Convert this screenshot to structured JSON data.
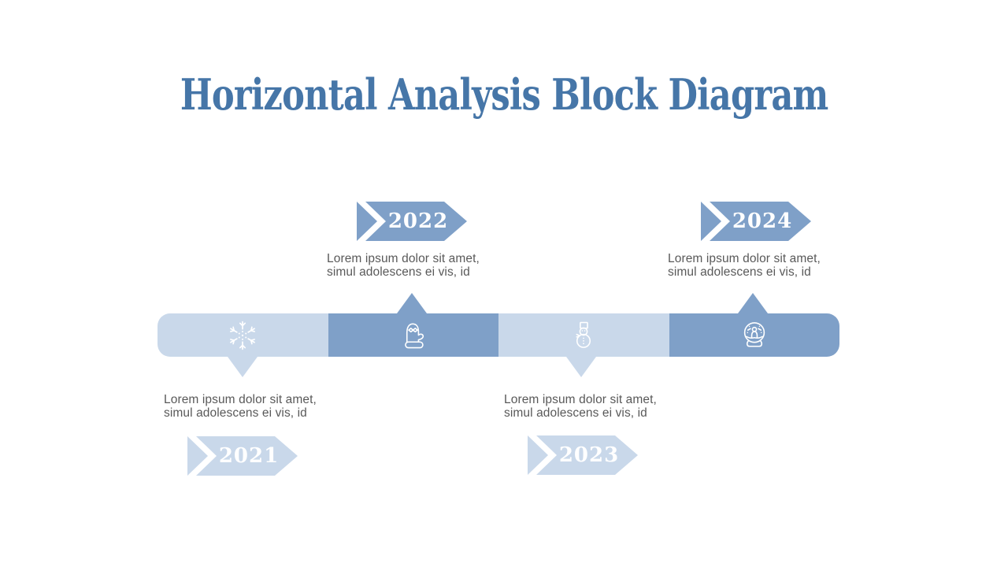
{
  "title": "Horizontal Analysis Block Diagram",
  "palette": {
    "title_blue": "#4676A8",
    "dark_blue": "#7FA0C8",
    "light_blue": "#C9D8EA",
    "text_gray": "#595959",
    "icon_white": "#FFFFFF",
    "background": "#FFFFFF"
  },
  "milestones": [
    {
      "year": "2021",
      "desc_line1": "Lorem ipsum dolor sit amet,",
      "desc_line2": "simul adolescens ei vis, id",
      "icon": "snowflake-icon",
      "tone": "light",
      "label_position": "below-bar"
    },
    {
      "year": "2022",
      "desc_line1": "Lorem ipsum dolor sit amet,",
      "desc_line2": "simul adolescens ei vis, id",
      "icon": "mitten-icon",
      "tone": "dark",
      "label_position": "above-bar"
    },
    {
      "year": "2023",
      "desc_line1": "Lorem ipsum dolor sit amet,",
      "desc_line2": "simul adolescens ei vis, id",
      "icon": "snowman-icon",
      "tone": "light",
      "label_position": "below-bar"
    },
    {
      "year": "2024",
      "desc_line1": "Lorem ipsum dolor sit amet,",
      "desc_line2": "simul adolescens ei vis, id",
      "icon": "snow-globe-icon",
      "tone": "dark",
      "label_position": "above-bar"
    }
  ]
}
